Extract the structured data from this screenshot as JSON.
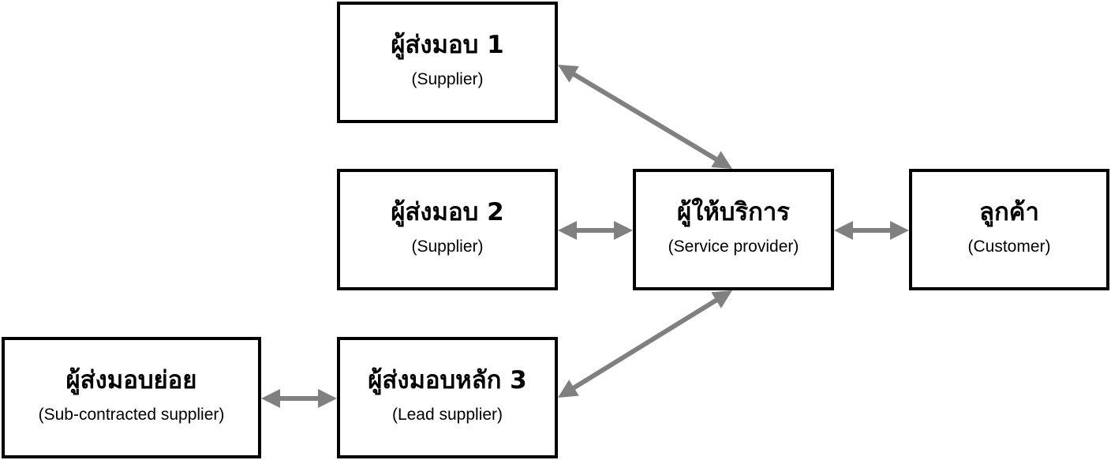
{
  "colors": {
    "box_border": "#000000",
    "box_fill": "#ffffff",
    "arrow": "#808080",
    "text": "#000000"
  },
  "nodes": {
    "supplier_1": {
      "title": "ผู้ส่งมอบ 1",
      "subtitle": "(Supplier)"
    },
    "supplier_2": {
      "title": "ผู้ส่งมอบ 2",
      "subtitle": "(Supplier)"
    },
    "provider": {
      "title": "ผู้ให้บริการ",
      "subtitle": "(Service provider)"
    },
    "customer": {
      "title": "ลูกค้า",
      "subtitle": "(Customer)"
    },
    "sub_supplier": {
      "title": "ผู้ส่งมอบย่อย",
      "subtitle": "(Sub-contracted supplier)"
    },
    "lead_supplier": {
      "title": "ผู้ส่งมอบหลัก 3",
      "subtitle": "(Lead supplier)"
    }
  },
  "edges": [
    {
      "from": "supplier_1",
      "to": "provider",
      "type": "bidirectional"
    },
    {
      "from": "supplier_2",
      "to": "provider",
      "type": "bidirectional"
    },
    {
      "from": "provider",
      "to": "customer",
      "type": "bidirectional"
    },
    {
      "from": "lead_supplier",
      "to": "provider",
      "type": "bidirectional"
    },
    {
      "from": "sub_supplier",
      "to": "lead_supplier",
      "type": "bidirectional"
    }
  ]
}
